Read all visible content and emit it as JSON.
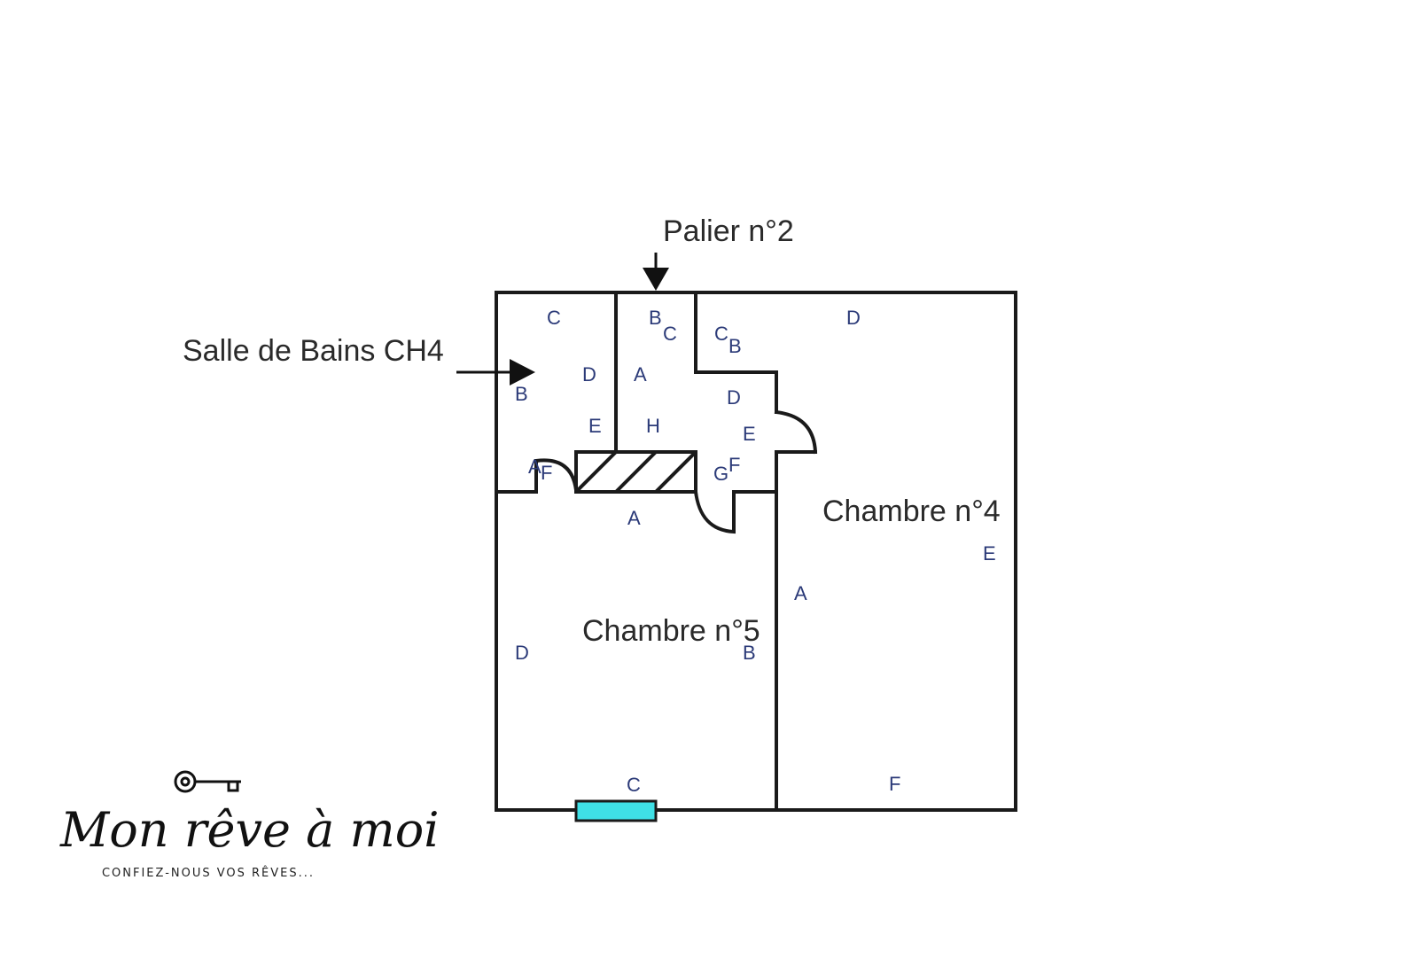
{
  "labels": {
    "palier": "Palier n°2",
    "salle_de_bains": "Salle de Bains CH4",
    "chambre4": "Chambre n°4",
    "chambre5": "Chambre n°5"
  },
  "marks": {
    "sdb": [
      "C",
      "D",
      "B",
      "E",
      "A",
      "F"
    ],
    "palier": [
      "B",
      "C",
      "A",
      "H",
      "C",
      "B",
      "D",
      "E",
      "G",
      "F"
    ],
    "ch5": [
      "A",
      "D",
      "B",
      "C"
    ],
    "ch4": [
      "D",
      "E",
      "A",
      "F"
    ]
  },
  "logo": {
    "name": "Mon rêve à moi",
    "tagline": "CONFIEZ-NOUS VOS RÊVES..."
  },
  "colors": {
    "window": "#3fe0e6",
    "walls": "#1a1a1a"
  }
}
